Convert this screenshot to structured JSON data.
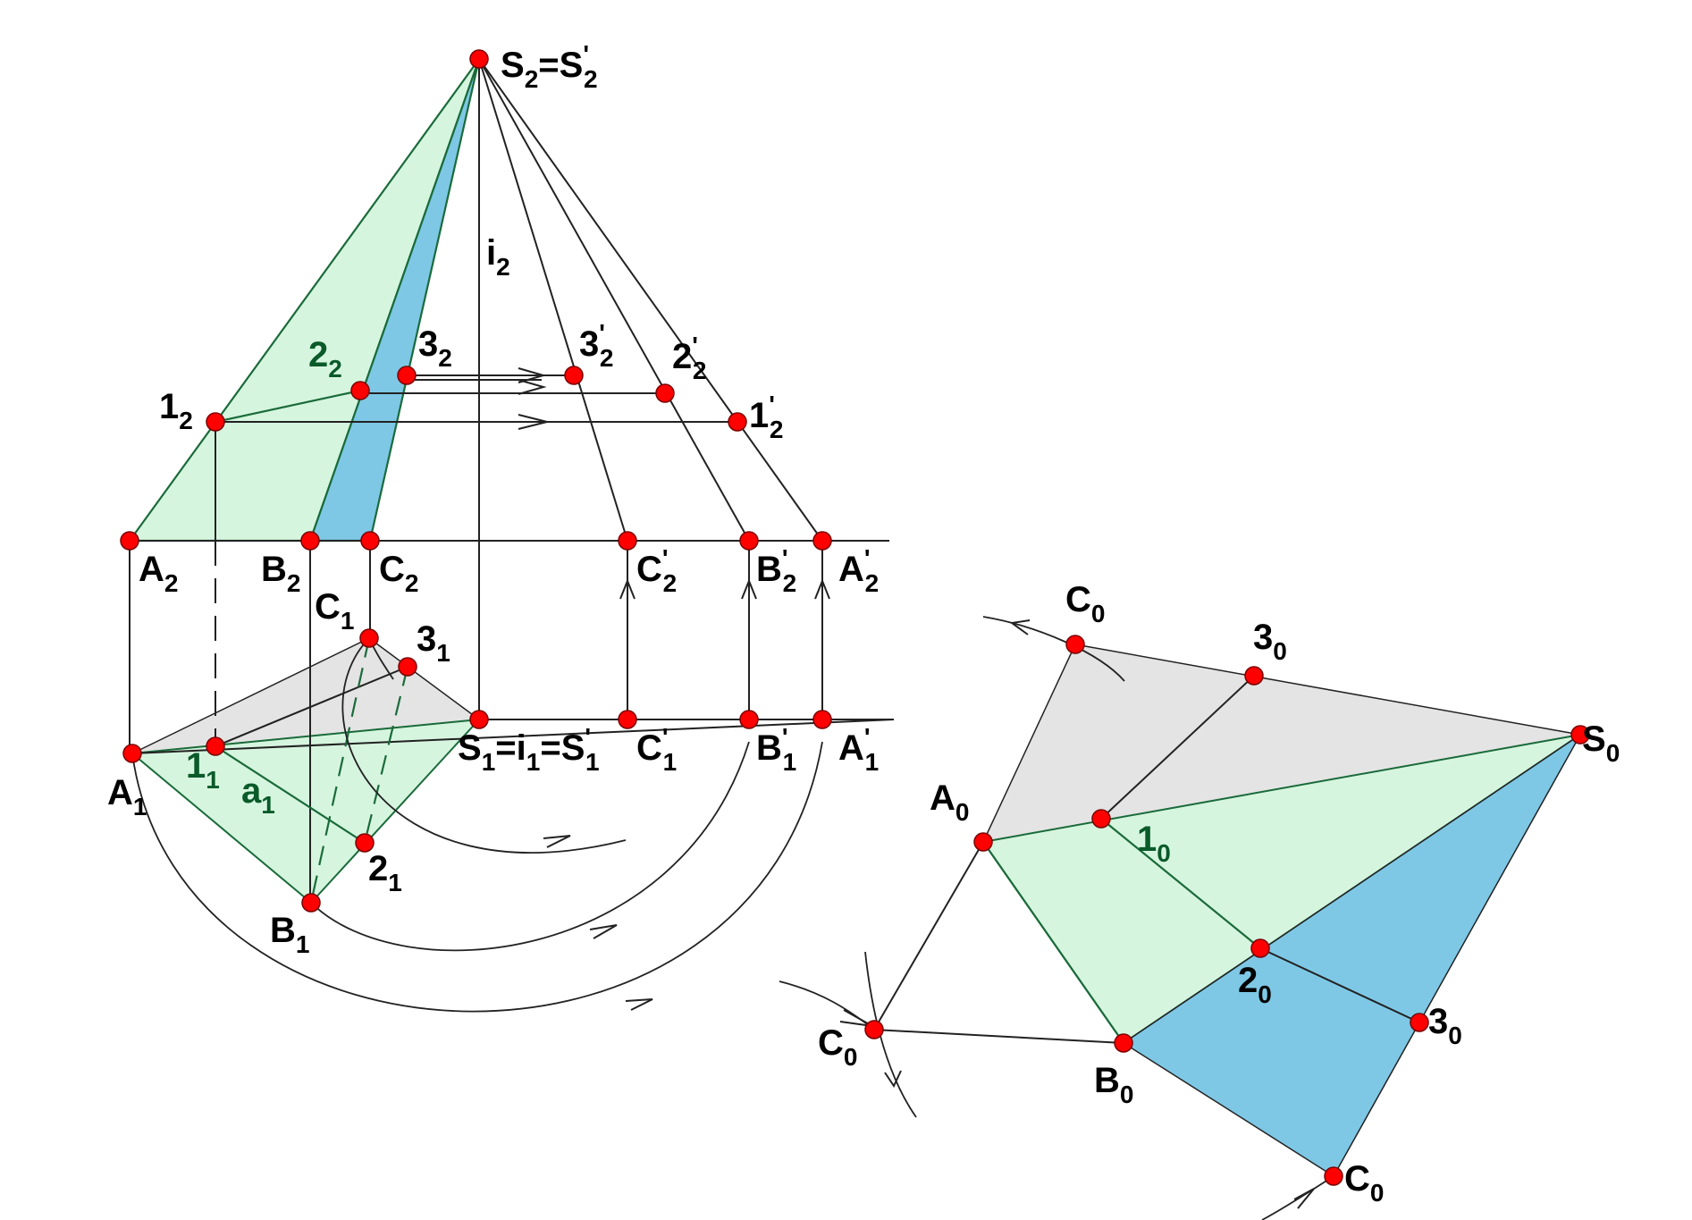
{
  "colors": {
    "face_green": "#d6f5df",
    "face_blue": "#7ec8e6",
    "face_gray": "#e4e4e4",
    "point": "#ff0000",
    "line": "#222222"
  },
  "labels": {
    "S2": {
      "main": "S",
      "sub": "2",
      "suffix": "=S",
      "suffix_prime": "'",
      "suffix_sub": "2"
    },
    "i2": {
      "main": "i",
      "sub": "2"
    },
    "p1_2": {
      "main": "1",
      "sub": "2"
    },
    "p2_2": {
      "main": "2",
      "sub": "2"
    },
    "p3_2": {
      "main": "3",
      "sub": "2"
    },
    "p3p_2": {
      "main": "3",
      "prime": "'",
      "sub": "2"
    },
    "p2p_2": {
      "main": "2",
      "prime": "'",
      "sub": "2"
    },
    "p1p_2": {
      "main": "1",
      "prime": "'",
      "sub": "2"
    },
    "A2": {
      "main": "A",
      "sub": "2"
    },
    "B2": {
      "main": "B",
      "sub": "2"
    },
    "C2": {
      "main": "C",
      "sub": "2"
    },
    "Cp2": {
      "main": "C",
      "prime": "'",
      "sub": "2"
    },
    "Bp2": {
      "main": "B",
      "prime": "'",
      "sub": "2"
    },
    "Ap2": {
      "main": "A",
      "prime": "'",
      "sub": "2"
    },
    "C1": {
      "main": "C",
      "sub": "1"
    },
    "p3_1": {
      "main": "3",
      "sub": "1"
    },
    "S1": {
      "main": "S",
      "sub": "1",
      "mid": "=i",
      "mid_sub": "1",
      "suffix": "=S",
      "suffix_prime": "'",
      "suffix_sub": "1"
    },
    "Cp1": {
      "main": "C",
      "prime": "'",
      "sub": "1"
    },
    "Bp1": {
      "main": "B",
      "prime": "'",
      "sub": "1"
    },
    "Ap1": {
      "main": "A",
      "prime": "'",
      "sub": "1"
    },
    "A1": {
      "main": "A",
      "sub": "1"
    },
    "p1_1": {
      "main": "1",
      "sub": "1"
    },
    "a1": {
      "main": "a",
      "sub": "1"
    },
    "p2_1": {
      "main": "2",
      "sub": "1"
    },
    "B1": {
      "main": "B",
      "sub": "1"
    },
    "C0_top": {
      "main": "C",
      "sub": "0"
    },
    "p3_0_top": {
      "main": "3",
      "sub": "0"
    },
    "S0": {
      "main": "S",
      "sub": "0"
    },
    "A0": {
      "main": "A",
      "sub": "0"
    },
    "p1_0": {
      "main": "1",
      "sub": "0"
    },
    "p2_0": {
      "main": "2",
      "sub": "0"
    },
    "p3_0_bottom": {
      "main": "3",
      "sub": "0"
    },
    "C0_left": {
      "main": "C",
      "sub": "0"
    },
    "B0": {
      "main": "B",
      "sub": "0"
    },
    "C0_bottom": {
      "main": "C",
      "sub": "0"
    }
  }
}
